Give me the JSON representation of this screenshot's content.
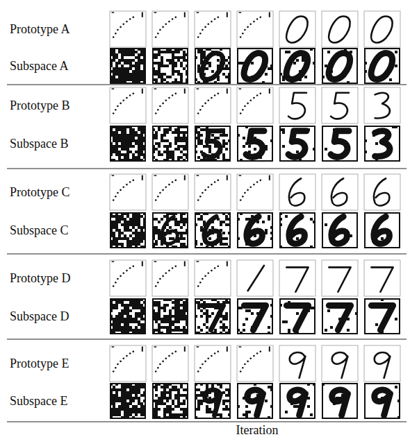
{
  "diagram": {
    "labels": [
      "Prototype A",
      "Subspace A",
      "Prototype B",
      "Subspace B",
      "Prototype C",
      "Subspace C",
      "Prototype D",
      "Subspace D",
      "Prototype E",
      "Subspace E",
      "Iteration"
    ]
  }
}
